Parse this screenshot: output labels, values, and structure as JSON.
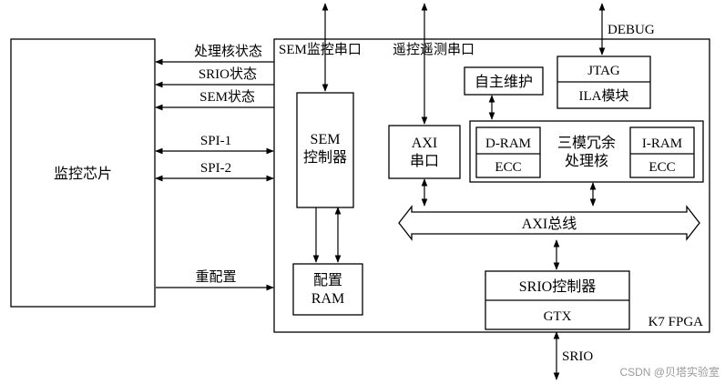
{
  "diagram": {
    "monitor_chip": "监控芯片",
    "signals": {
      "proc_status": "处理核状态",
      "srio_status": "SRIO状态",
      "sem_status": "SEM状态",
      "spi1": "SPI-1",
      "spi2": "SPI-2",
      "reconfig": "重配置"
    },
    "fpga_label": "K7 FPGA",
    "sem_uart": "SEM监控串口",
    "telecontrol_uart": "遥控遥测串口",
    "debug": "DEBUG",
    "sem_controller": [
      "SEM",
      "控制器"
    ],
    "config_ram": [
      "配置",
      "RAM"
    ],
    "axi_uart": [
      "AXI",
      "串口"
    ],
    "self_maint": "自主维护",
    "jtag": "JTAG",
    "ila": "ILA模块",
    "d_ram": "D-RAM",
    "ecc_left": "ECC",
    "tmr_core": [
      "三模冗余",
      "处理核"
    ],
    "i_ram": "I-RAM",
    "ecc_right": "ECC",
    "axi_bus": "AXI总线",
    "srio_controller": "SRIO控制器",
    "gtx": "GTX",
    "srio": "SRIO"
  },
  "watermark": "CSDN @贝塔实验室"
}
